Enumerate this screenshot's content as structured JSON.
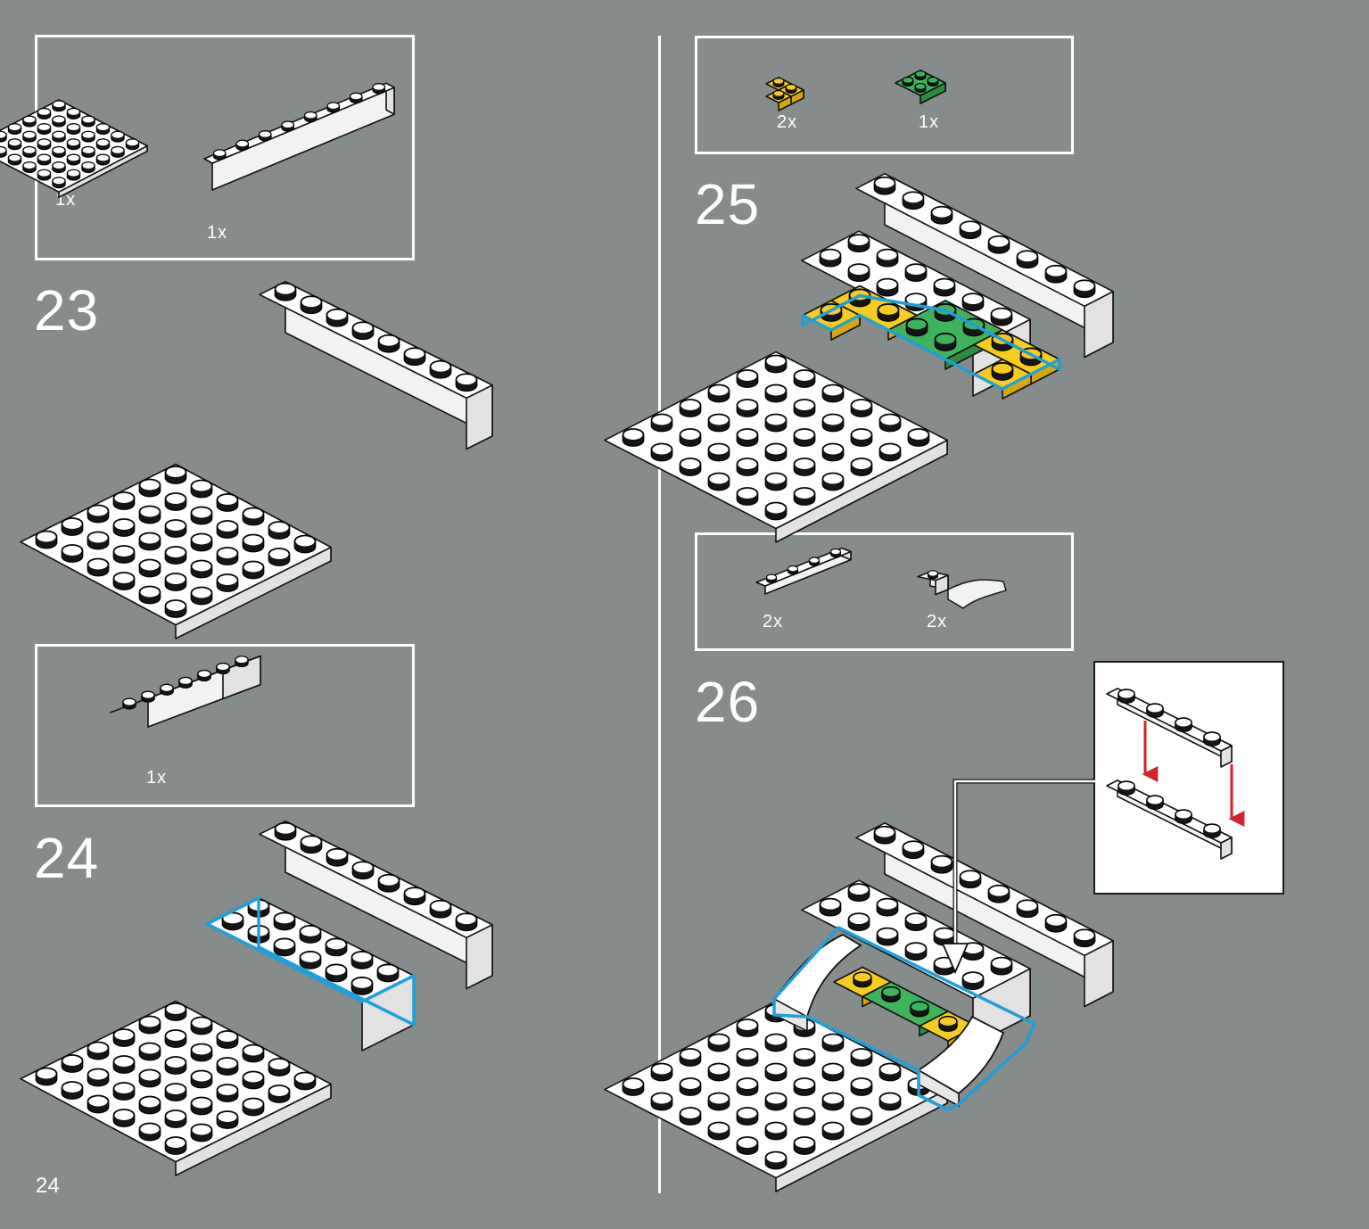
{
  "page_number": "24",
  "colors": {
    "background": "#868b8c",
    "highlight": "#1fa0d8",
    "yellow": "#f5c518",
    "green": "#35a852",
    "arrow_red": "#d0232a"
  },
  "steps": [
    {
      "number": "23",
      "parts": [
        {
          "name": "white-plate-6x6",
          "qty": "1x"
        },
        {
          "name": "white-brick-1x8",
          "qty": "1x"
        }
      ]
    },
    {
      "number": "24",
      "parts": [
        {
          "name": "white-brick-2x6",
          "qty": "1x"
        }
      ]
    },
    {
      "number": "25",
      "parts": [
        {
          "name": "yellow-corner-plate-2x2",
          "qty": "2x"
        },
        {
          "name": "green-plate-2x2",
          "qty": "1x"
        }
      ]
    },
    {
      "number": "26",
      "parts": [
        {
          "name": "white-plate-1x4",
          "qty": "2x"
        },
        {
          "name": "white-curved-slope-2x1",
          "qty": "2x"
        }
      ]
    }
  ]
}
